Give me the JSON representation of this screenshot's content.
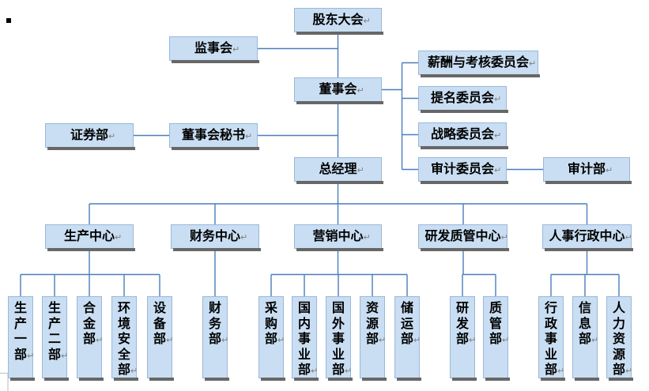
{
  "marks": {
    "paragraph_mark": "↵"
  },
  "icons": {
    "list_bullet": "black-square-bullet",
    "paragraph_mark": "return-arrow"
  },
  "colors": {
    "node_fill": "#c9def2",
    "node_border": "#9ab7dc",
    "connector_line": "#4a7ebb",
    "node_shadow": "#676767",
    "node_text": "#000000",
    "paragraph_mark": "#808080",
    "boundary_mark": "#c8c8c8"
  },
  "nodes": {
    "shareholders_meeting": {
      "label": "股东大会"
    },
    "supervisory_board": {
      "label": "监事会"
    },
    "board_of_directors": {
      "label": "董事会"
    },
    "compensation_committee": {
      "label": "薪酬与考核委员会"
    },
    "nomination_committee": {
      "label": "提名委员会"
    },
    "strategy_committee": {
      "label": "战略委员会"
    },
    "audit_committee": {
      "label": "审计委员会"
    },
    "audit_department": {
      "label": "审计部"
    },
    "securities_department": {
      "label": "证券部"
    },
    "board_secretary": {
      "label": "董事会秘书"
    },
    "general_manager": {
      "label": "总经理"
    },
    "production_center": {
      "label": "生产中心"
    },
    "finance_center": {
      "label": "财务中心"
    },
    "marketing_center": {
      "label": "营销中心"
    },
    "rd_quality_center": {
      "label": "研发质管中心"
    },
    "hr_admin_center": {
      "label": "人事行政中心"
    },
    "production_dept_1": {
      "label": "生产一部"
    },
    "production_dept_2": {
      "label": "生产二部"
    },
    "alloy_dept": {
      "label": "合金部"
    },
    "env_safety_dept": {
      "label": "环境安全部"
    },
    "equipment_dept": {
      "label": "设备部"
    },
    "finance_dept": {
      "label": "财务部"
    },
    "purchasing_dept": {
      "label": "采购部"
    },
    "domestic_business_dept": {
      "label": "国内事业部"
    },
    "overseas_business_dept": {
      "label": "国外事业部"
    },
    "resources_dept": {
      "label": "资源部"
    },
    "storage_transport_dept": {
      "label": "储运部"
    },
    "rd_dept": {
      "label": "研发部"
    },
    "quality_dept": {
      "label": "质管部"
    },
    "admin_business_dept": {
      "label": "行政事业部"
    },
    "information_dept": {
      "label": "信息部"
    },
    "hr_dept": {
      "label": "人力资源部"
    }
  },
  "hierarchy": {
    "股东大会": [
      "监事会",
      "董事会"
    ],
    "董事会": [
      "薪酬与考核委员会",
      "提名委员会",
      "战略委员会",
      "审计委员会",
      "董事会秘书",
      "总经理"
    ],
    "审计委员会": [
      "审计部"
    ],
    "董事会秘书": [
      "证券部"
    ],
    "总经理": [
      "生产中心",
      "财务中心",
      "营销中心",
      "研发质管中心",
      "人事行政中心"
    ],
    "生产中心": [
      "生产一部",
      "生产二部",
      "合金部",
      "环境安全部",
      "设备部"
    ],
    "财务中心": [
      "财务部"
    ],
    "营销中心": [
      "采购部",
      "国内事业部",
      "国外事业部",
      "资源部",
      "储运部"
    ],
    "研发质管中心": [
      "研发部",
      "质管部"
    ],
    "人事行政中心": [
      "行政事业部",
      "信息部",
      "人力资源部"
    ]
  }
}
